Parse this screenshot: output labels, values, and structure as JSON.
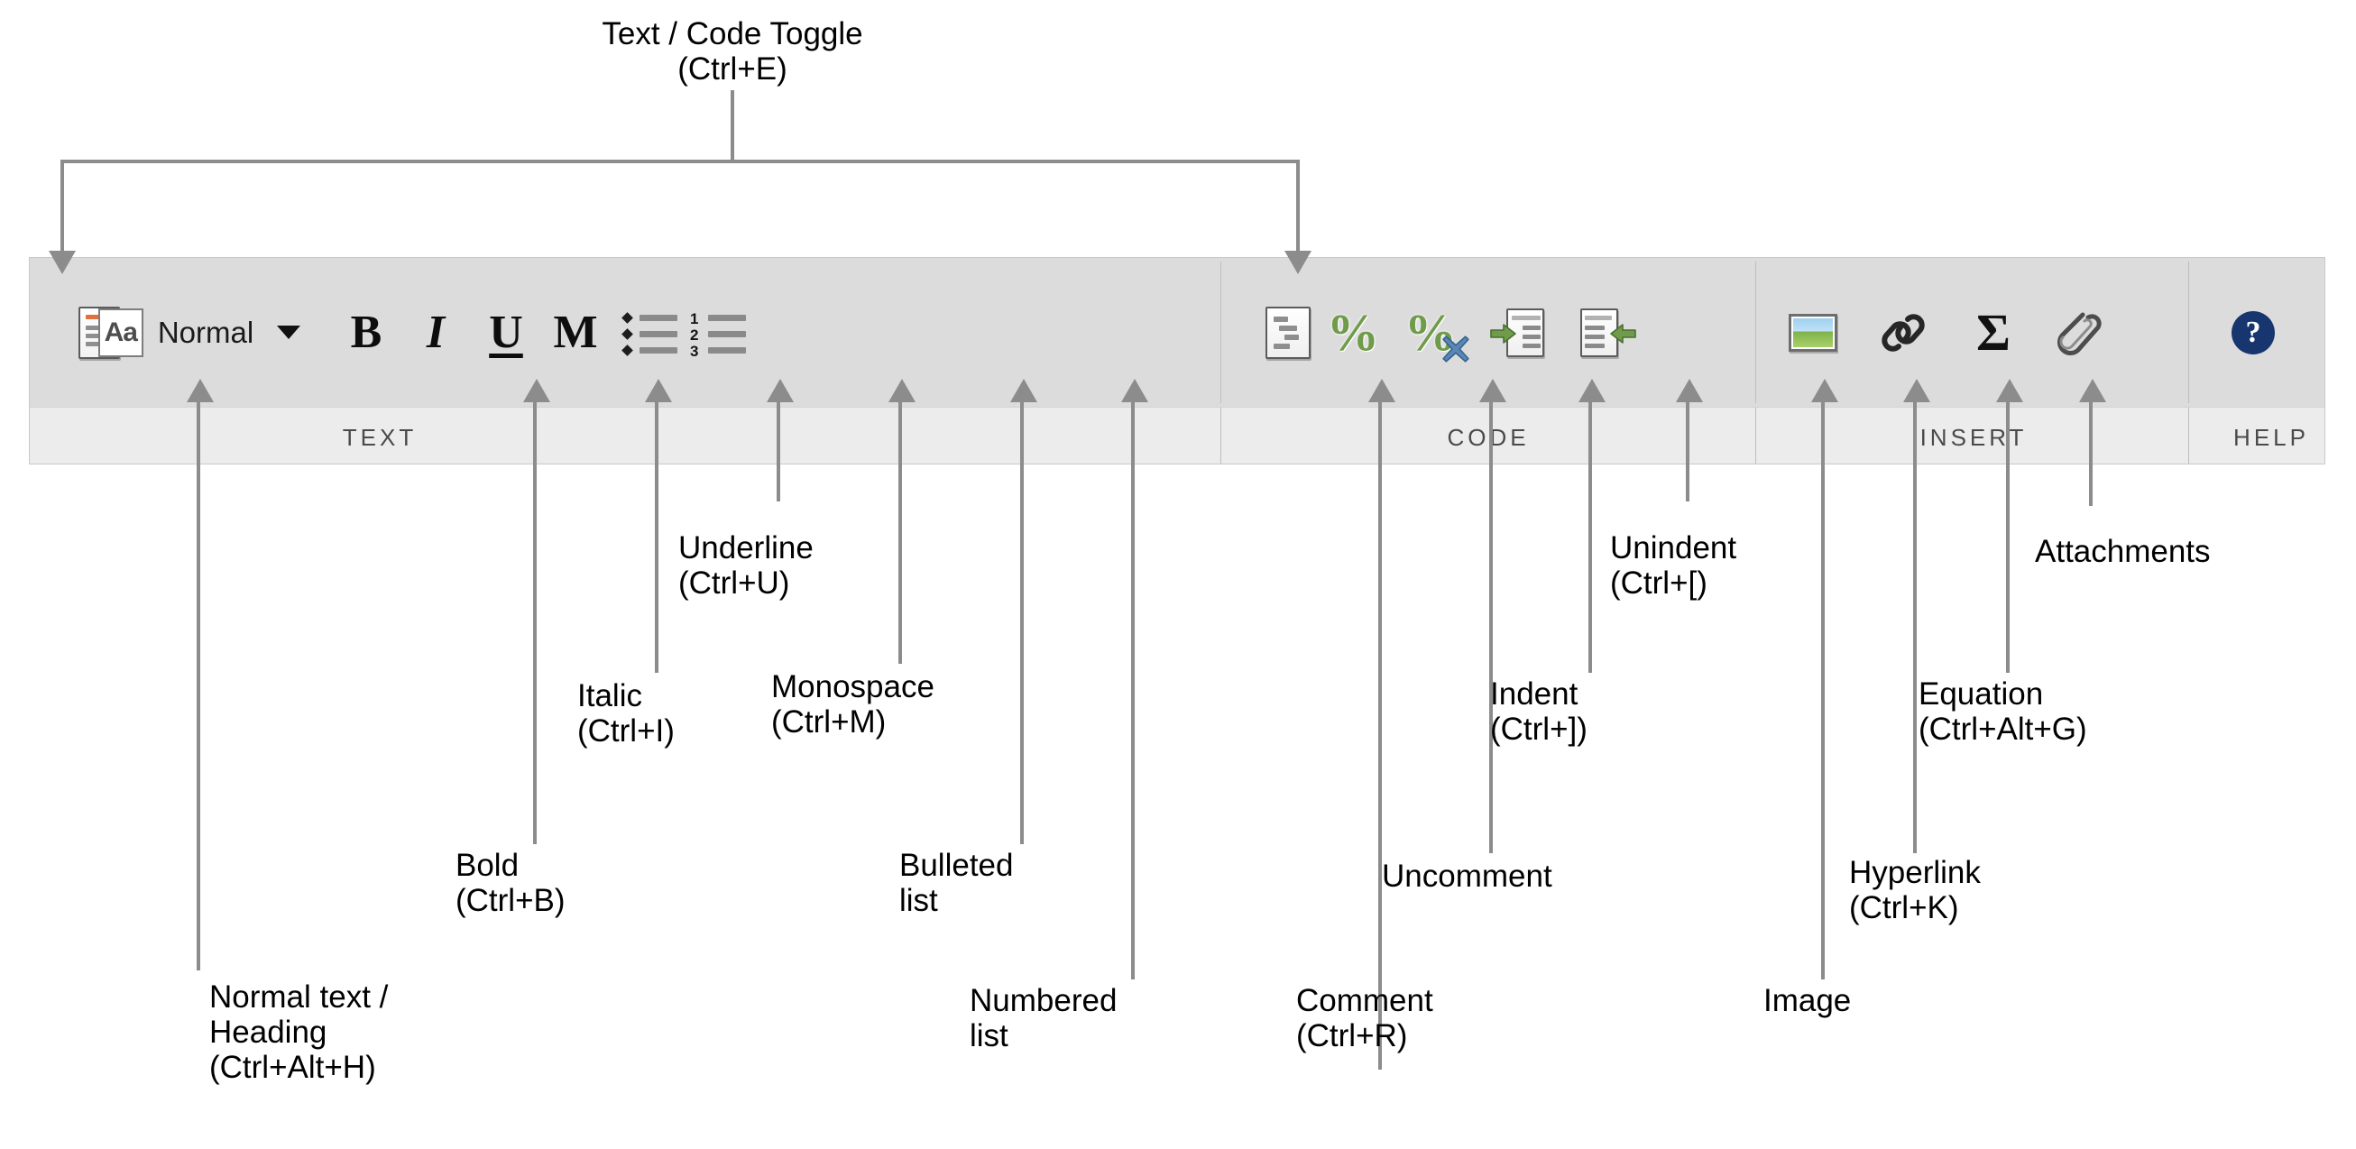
{
  "toolbar": {
    "groups": [
      {
        "name": "TEXT",
        "label": "TEXT"
      },
      {
        "name": "CODE",
        "label": "CODE"
      },
      {
        "name": "INSERT",
        "label": "INSERT"
      },
      {
        "name": "HELP",
        "label": "HELP"
      }
    ],
    "style_dropdown": {
      "value": "Normal",
      "icon": "aa-icon"
    },
    "buttons": [
      {
        "icon": "text-mode-page-icon",
        "tooltip": "Text / Code Toggle (Ctrl+E)"
      },
      {
        "icon": "aa-icon",
        "tooltip": "Normal text / Heading (Ctrl+Alt+H)"
      },
      {
        "icon": "bold-icon",
        "glyph": "B",
        "tooltip": "Bold (Ctrl+B)"
      },
      {
        "icon": "italic-icon",
        "glyph": "I",
        "tooltip": "Italic (Ctrl+I)"
      },
      {
        "icon": "underline-icon",
        "glyph": "U",
        "tooltip": "Underline (Ctrl+U)"
      },
      {
        "icon": "monospace-icon",
        "glyph": "M",
        "tooltip": "Monospace (Ctrl+M)"
      },
      {
        "icon": "bulleted-list-icon",
        "tooltip": "Bulleted list"
      },
      {
        "icon": "numbered-list-icon",
        "tooltip": "Numbered list",
        "numbers": [
          "1",
          "2",
          "3"
        ]
      },
      {
        "icon": "code-mode-page-icon",
        "tooltip": "Text / Code Toggle (Ctrl+E)"
      },
      {
        "icon": "comment-icon",
        "glyph": "%",
        "tooltip": "Comment (Ctrl+R)"
      },
      {
        "icon": "uncomment-icon",
        "glyph": "%",
        "tooltip": "Uncomment"
      },
      {
        "icon": "indent-icon",
        "tooltip": "Indent (Ctrl+])"
      },
      {
        "icon": "unindent-icon",
        "tooltip": "Unindent (Ctrl+[)"
      },
      {
        "icon": "image-icon",
        "tooltip": "Image"
      },
      {
        "icon": "hyperlink-icon",
        "tooltip": "Hyperlink (Ctrl+K)"
      },
      {
        "icon": "equation-icon",
        "glyph": "Σ",
        "tooltip": "Equation (Ctrl+Alt+G)"
      },
      {
        "icon": "attachments-icon",
        "tooltip": "Attachments"
      },
      {
        "icon": "help-icon",
        "glyph": "?",
        "tooltip": "Help"
      }
    ]
  },
  "annotations": {
    "top": {
      "line1": "Text / Code Toggle",
      "line2": "(Ctrl+E)"
    },
    "callouts": [
      {
        "id": "normal-text-heading",
        "text": "Normal text /\nHeading\n(Ctrl+Alt+H)"
      },
      {
        "id": "bold",
        "text": "Bold\n(Ctrl+B)"
      },
      {
        "id": "italic",
        "text": "Italic\n(Ctrl+I)"
      },
      {
        "id": "underline",
        "text": "Underline\n(Ctrl+U)"
      },
      {
        "id": "monospace",
        "text": "Monospace\n(Ctrl+M)"
      },
      {
        "id": "bulleted-list",
        "text": "Bulleted\nlist"
      },
      {
        "id": "numbered-list",
        "text": "Numbered\nlist"
      },
      {
        "id": "comment",
        "text": "Comment\n(Ctrl+R)"
      },
      {
        "id": "uncomment",
        "text": "Uncomment"
      },
      {
        "id": "indent",
        "text": "Indent\n(Ctrl+])"
      },
      {
        "id": "unindent",
        "text": "Unindent\n(Ctrl+[)"
      },
      {
        "id": "image",
        "text": "Image"
      },
      {
        "id": "hyperlink",
        "text": "Hyperlink\n(Ctrl+K)"
      },
      {
        "id": "equation",
        "text": "Equation\n(Ctrl+Alt+G)"
      },
      {
        "id": "attachments",
        "text": "Attachments"
      }
    ]
  },
  "colors": {
    "toolbar_bg": "#dcdcdc",
    "label_band_bg": "#ececec",
    "leader_line": "#8c8c8c",
    "group_label_text": "#4a4a4a",
    "accent_orange": "#e2703a",
    "code_green": "#6f9b4b",
    "help_blue": "#17356e"
  }
}
